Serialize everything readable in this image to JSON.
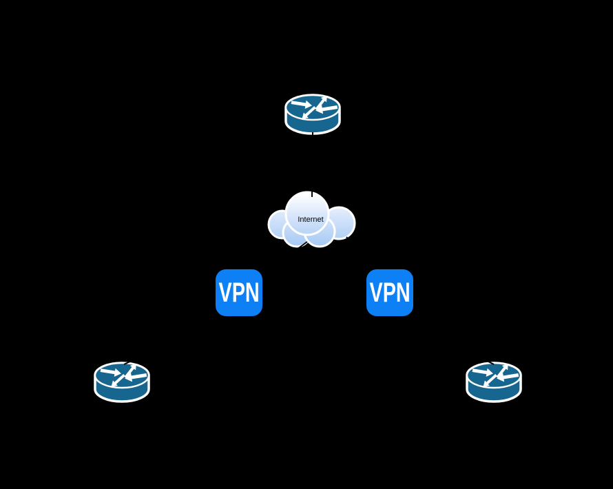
{
  "diagram_type": "network-topology",
  "nodes": {
    "hq_router": {
      "icon": "cisco-router-icon",
      "label": ""
    },
    "internet_cloud": {
      "icon": "cloud-icon",
      "label": "Internet"
    },
    "vpn_left": {
      "icon": "vpn-badge",
      "label": "VPN"
    },
    "vpn_right": {
      "icon": "vpn-badge",
      "label": "VPN"
    },
    "branch_router_left": {
      "icon": "cisco-router-icon",
      "label": ""
    },
    "branch_router_right": {
      "icon": "cisco-router-icon",
      "label": ""
    }
  },
  "edges": [
    {
      "from": "hq_router",
      "to": "internet_cloud"
    },
    {
      "from": "internet_cloud",
      "to": "vpn_left"
    },
    {
      "from": "internet_cloud",
      "to": "vpn_right"
    },
    {
      "from": "vpn_left",
      "to": "branch_router_left"
    },
    {
      "from": "vpn_right",
      "to": "branch_router_right"
    }
  ],
  "colors": {
    "background": "#000000",
    "router_fill": "#176690",
    "router_outline": "#ffffff",
    "vpn_badge": "#0d80f5",
    "vpn_text": "#ffffff",
    "cloud_top": "#ffffff",
    "cloud_mid": "#d3e3fa",
    "cloud_bottom": "#a3c8f3",
    "cloud_outline": "#ffffff",
    "internet_text": "#000000",
    "edge": "#000000"
  }
}
